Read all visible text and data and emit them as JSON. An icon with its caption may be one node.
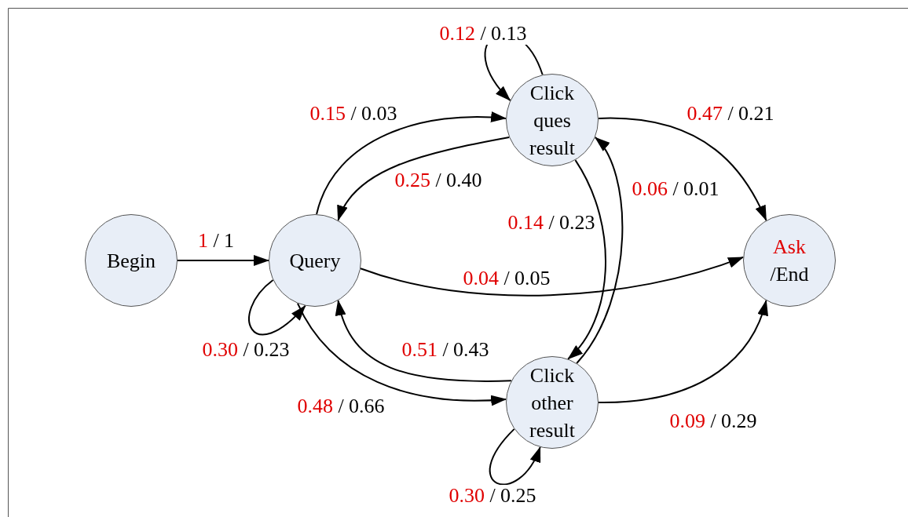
{
  "diagram": {
    "nodes": [
      {
        "text": [
          "Begin"
        ]
      },
      {
        "text": [
          "Query"
        ]
      },
      {
        "text": [
          "Click ques result"
        ]
      },
      {
        "text": [
          "Click other result"
        ]
      },
      {
        "text": [
          "Ask /End"
        ]
      }
    ],
    "edges": [
      {
        "from": 0,
        "to": 1,
        "arrow": "to",
        "label": "1 / 1"
      },
      {
        "from": 1,
        "to": 1,
        "arrow": "to",
        "label": "0.30 / 0.23"
      },
      {
        "from": 1,
        "to": 2,
        "arrow": "to",
        "label": "0.15 / 0.03"
      },
      {
        "from": 2,
        "to": 1,
        "arrow": "to",
        "label": "0.25 / 0.40"
      },
      {
        "from": 2,
        "to": 2,
        "arrow": "to",
        "label": "0.12 / 0.13"
      },
      {
        "from": 2,
        "to": 4,
        "arrow": "to",
        "label": "0.47 / 0.21"
      },
      {
        "from": 1,
        "to": 4,
        "arrow": "to",
        "label": "0.04 / 0.05"
      },
      {
        "from": 2,
        "to": 3,
        "arrow": "to",
        "label": "0.14 / 0.23"
      },
      {
        "from": 3,
        "to": 2,
        "arrow": "to",
        "label": "0.06 / 0.01"
      },
      {
        "from": 3,
        "to": 1,
        "arrow": "to",
        "label": "0.51 / 0.43"
      },
      {
        "from": 1,
        "to": 3,
        "arrow": "to",
        "label": "0.48 / 0.66"
      },
      {
        "from": 3,
        "to": 3,
        "arrow": "to",
        "label": "0.30 / 0.25"
      },
      {
        "from": 3,
        "to": 4,
        "arrow": "to",
        "label": "0.09 / 0.29"
      }
    ]
  }
}
